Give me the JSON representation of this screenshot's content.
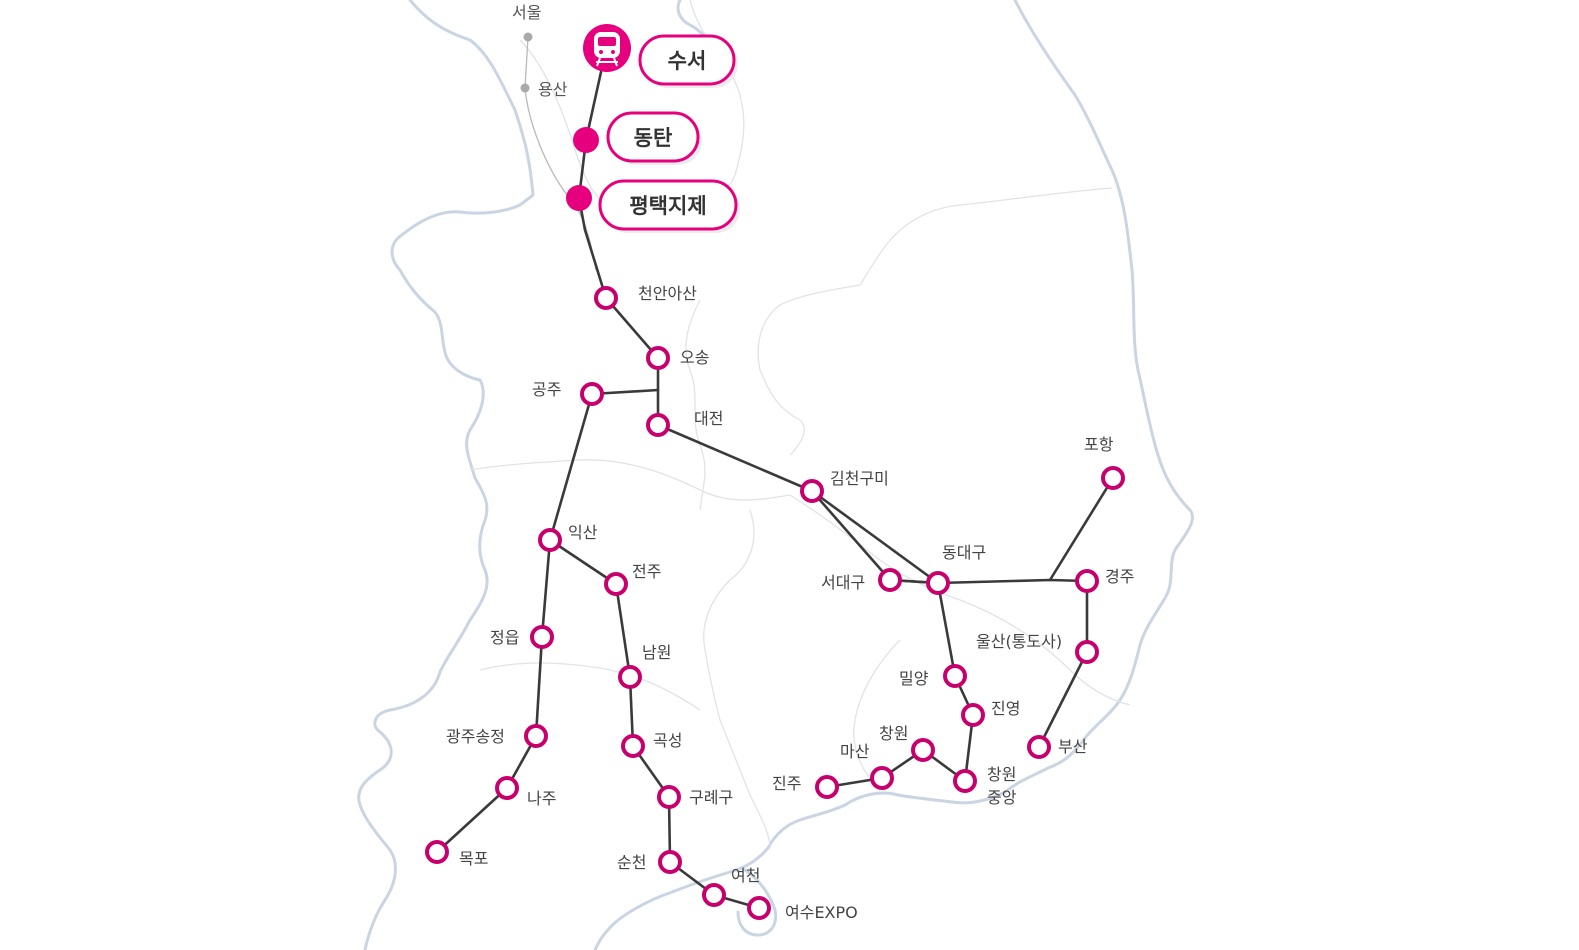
{
  "grey_stations": [
    {
      "id": "seoul",
      "label": "서울"
    },
    {
      "id": "yongsan",
      "label": "용산"
    }
  ],
  "srt_stations": [
    {
      "id": "suseo",
      "label": "수서",
      "kind": "origin"
    },
    {
      "id": "dongtan",
      "label": "동탄",
      "kind": "major"
    },
    {
      "id": "pyeongtaek",
      "label": "평택지제",
      "kind": "major"
    }
  ],
  "stations": [
    {
      "id": "cheonan",
      "label": "천안아산"
    },
    {
      "id": "osong",
      "label": "오송"
    },
    {
      "id": "gongju",
      "label": "공주"
    },
    {
      "id": "daejeon",
      "label": "대전"
    },
    {
      "id": "gimcheon",
      "label": "김천구미"
    },
    {
      "id": "seodaegu",
      "label": "서대구"
    },
    {
      "id": "dongdaegu",
      "label": "동대구"
    },
    {
      "id": "pohang",
      "label": "포항"
    },
    {
      "id": "gyeongju",
      "label": "경주"
    },
    {
      "id": "ulsan",
      "label": "울산(통도사)"
    },
    {
      "id": "busan",
      "label": "부산"
    },
    {
      "id": "miryang",
      "label": "밀양"
    },
    {
      "id": "jinyeong",
      "label": "진영"
    },
    {
      "id": "changwon",
      "label": "창원"
    },
    {
      "id": "masan",
      "label": "마산"
    },
    {
      "id": "jinju",
      "label": "진주"
    },
    {
      "id": "iksan",
      "label": "익산"
    },
    {
      "id": "jeonju",
      "label": "전주"
    },
    {
      "id": "jeongeup",
      "label": "정읍"
    },
    {
      "id": "namwon",
      "label": "남원"
    },
    {
      "id": "gokseong",
      "label": "곡성"
    },
    {
      "id": "guryegu",
      "label": "구례구"
    },
    {
      "id": "suncheon",
      "label": "순천"
    },
    {
      "id": "yeocheon",
      "label": "여천"
    },
    {
      "id": "yeosu",
      "label": "여수EXPO"
    },
    {
      "id": "gwangju",
      "label": "광주송정"
    },
    {
      "id": "naju",
      "label": "나주"
    },
    {
      "id": "mokpo",
      "label": "목포"
    }
  ],
  "changwon_jungang": {
    "line1": "창원",
    "line2": "중앙"
  },
  "colors": {
    "accent": "#e6007e",
    "ring": "#c8006e",
    "rail": "#3a3a3a",
    "coast": "#c9d5e2"
  },
  "icons": [
    "train-icon"
  ]
}
